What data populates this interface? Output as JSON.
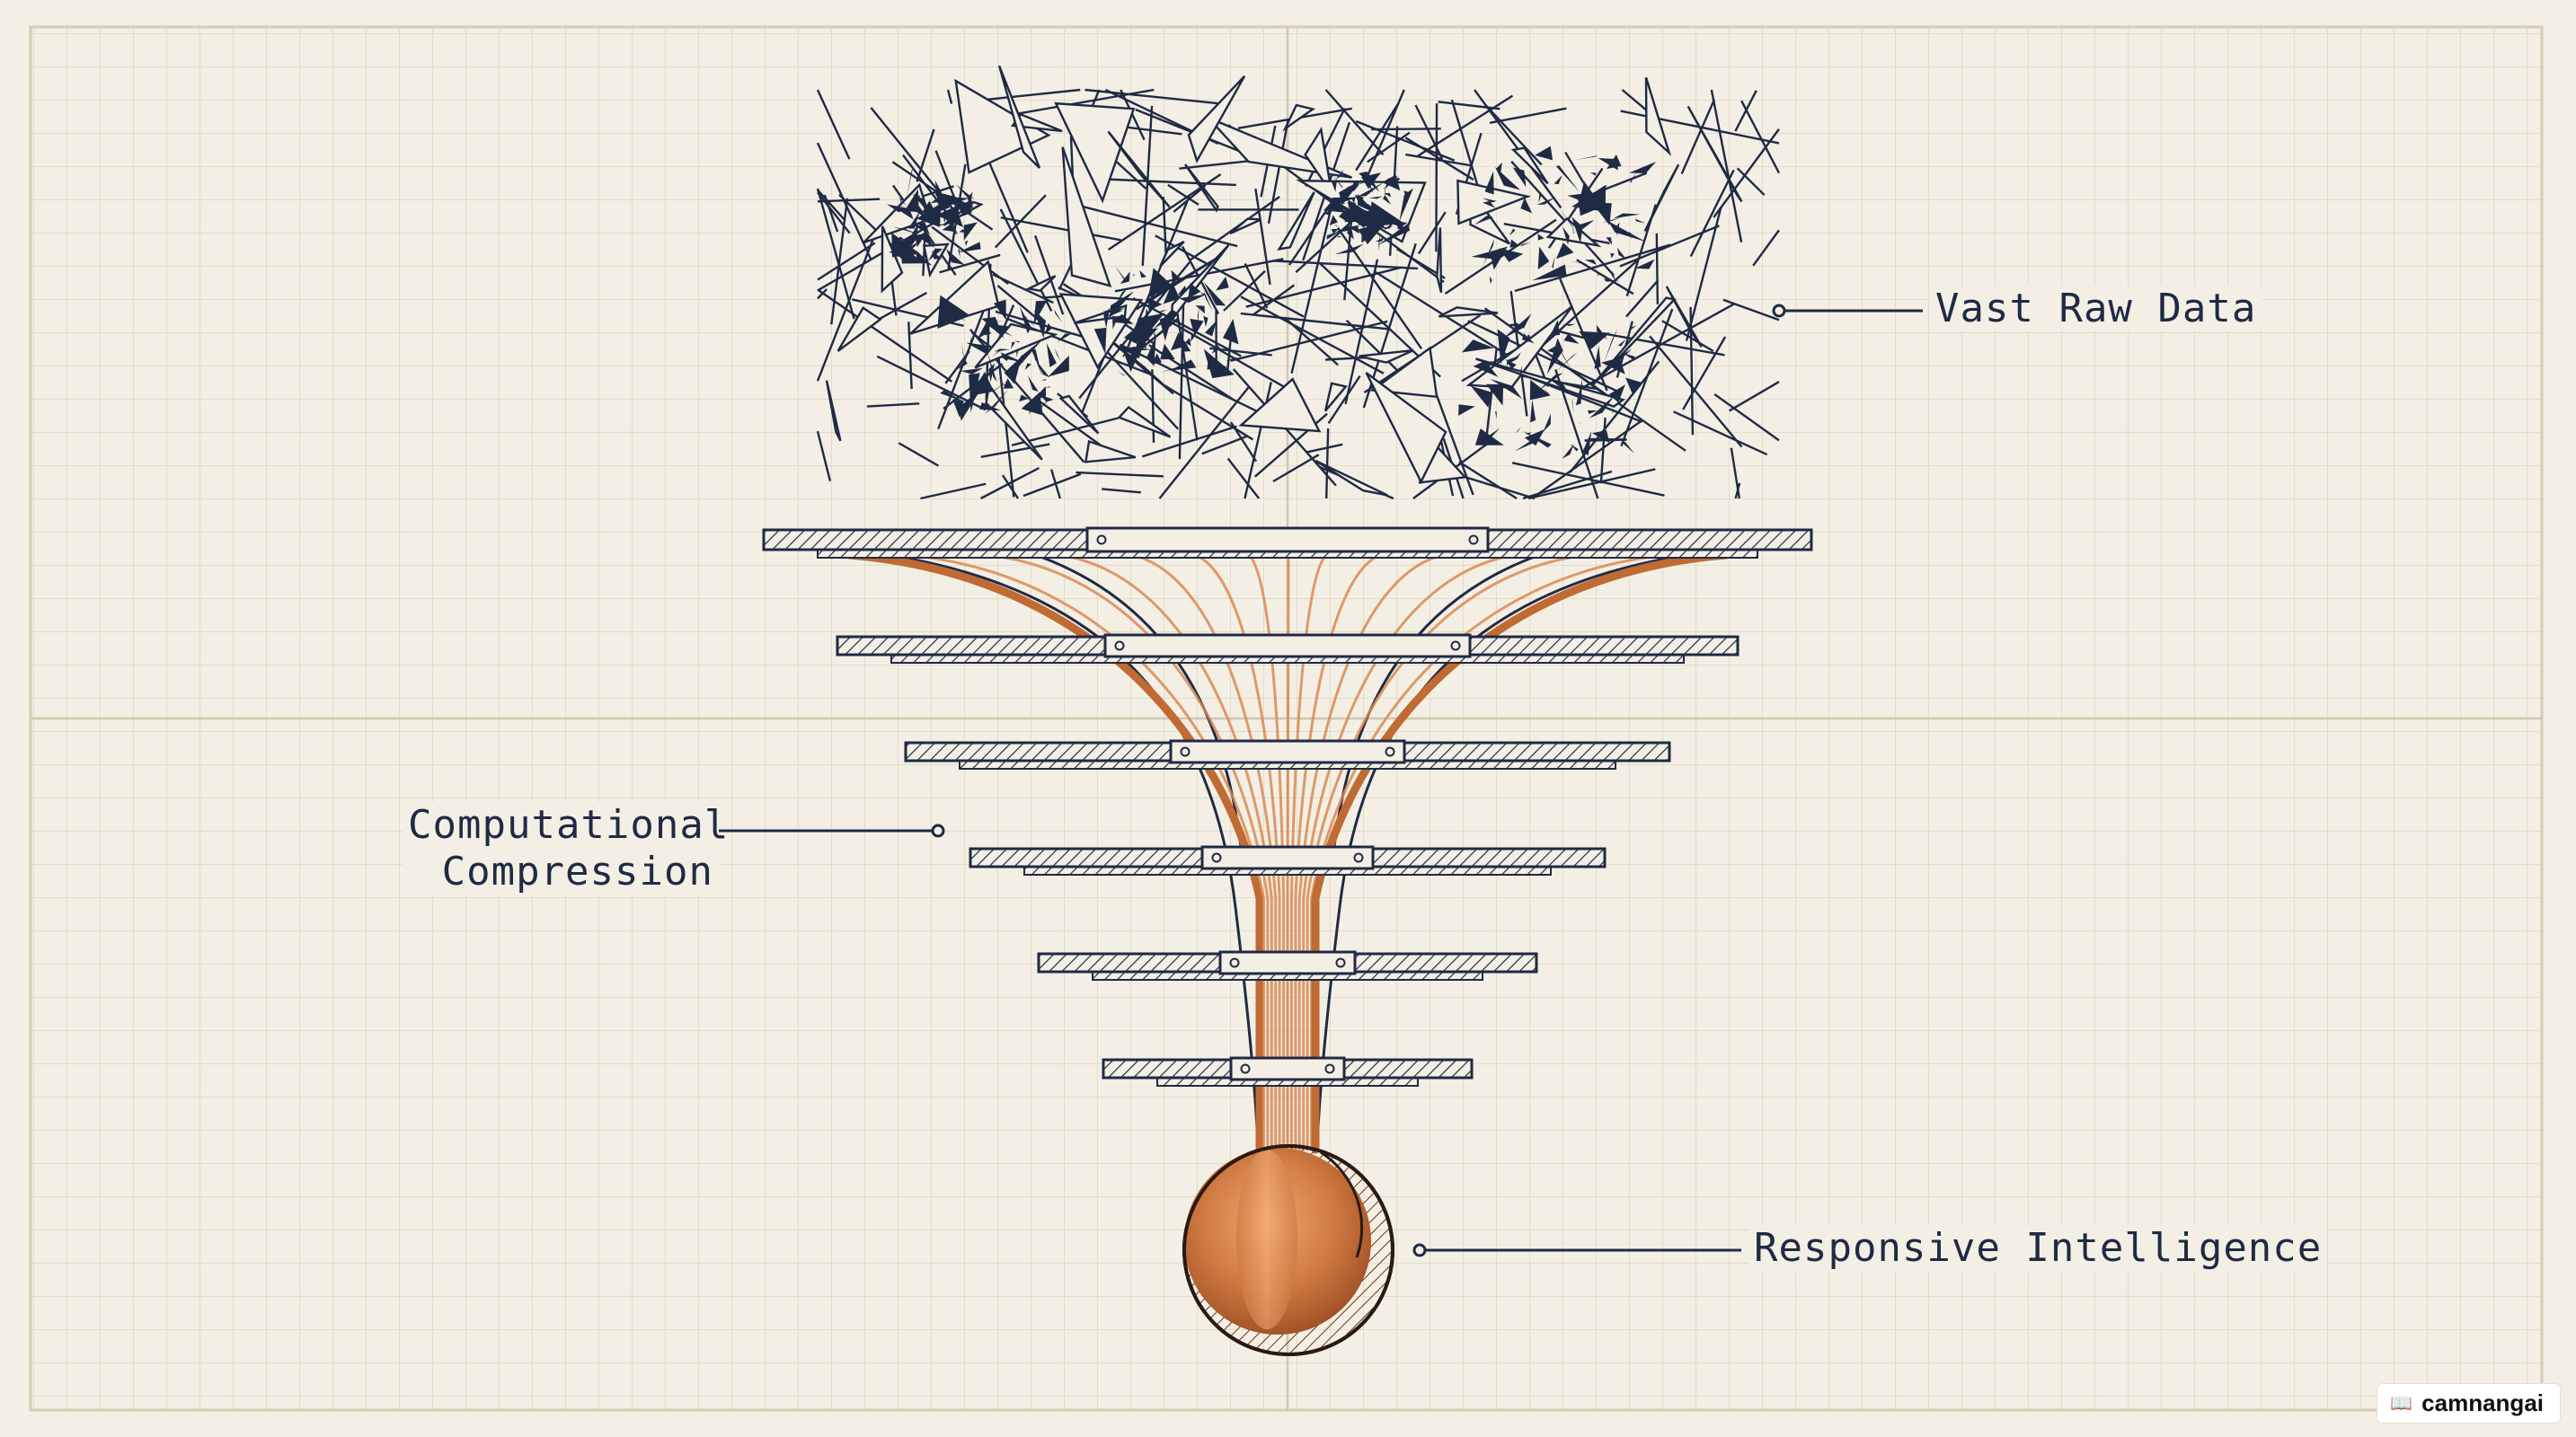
{
  "labels": {
    "top": "Vast Raw Data",
    "middle_line1": "Computational",
    "middle_line2": "Compression",
    "bottom": "Responsive Intelligence"
  },
  "watermark": {
    "text": "camnangai",
    "icon": "book-icon"
  },
  "colors": {
    "paper": "#f3efe4",
    "grid": "#ddd5c3",
    "ink": "#1f2a44",
    "copper": "#c8763f",
    "copper_light": "#e9a06a"
  }
}
